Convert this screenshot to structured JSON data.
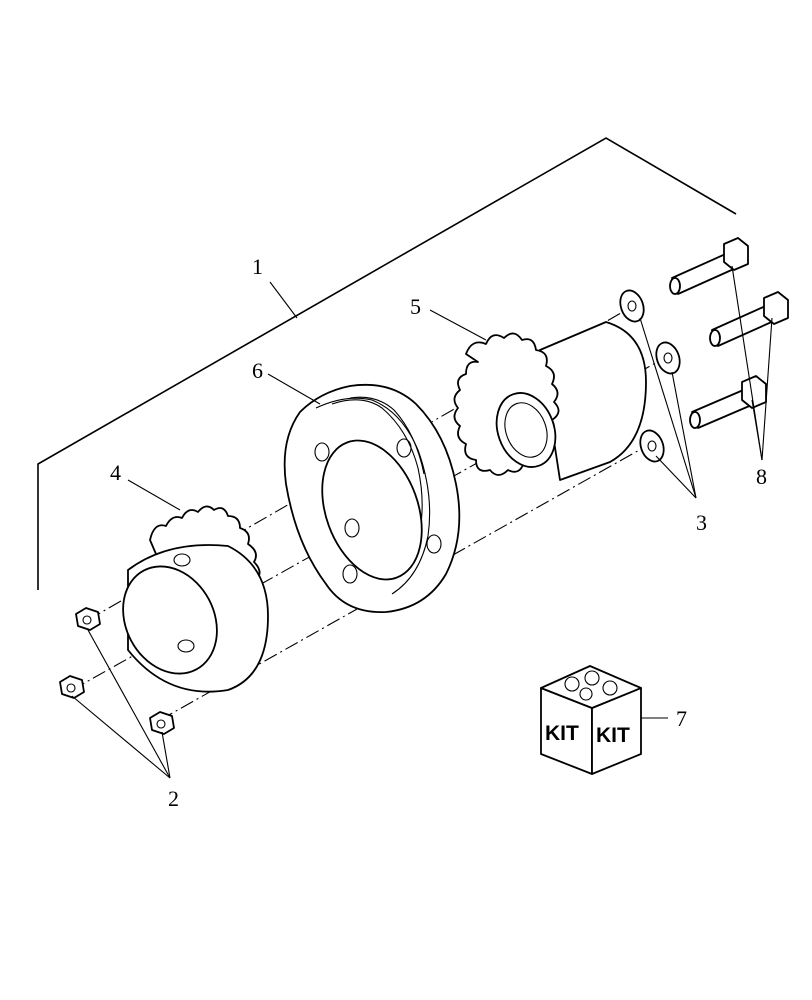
{
  "callouts": {
    "c1": "1",
    "c2": "2",
    "c3": "3",
    "c4": "4",
    "c5": "5",
    "c6": "6",
    "c7": "7",
    "c8": "8"
  },
  "kit": {
    "left_label": "KIT",
    "right_label": "KIT"
  }
}
